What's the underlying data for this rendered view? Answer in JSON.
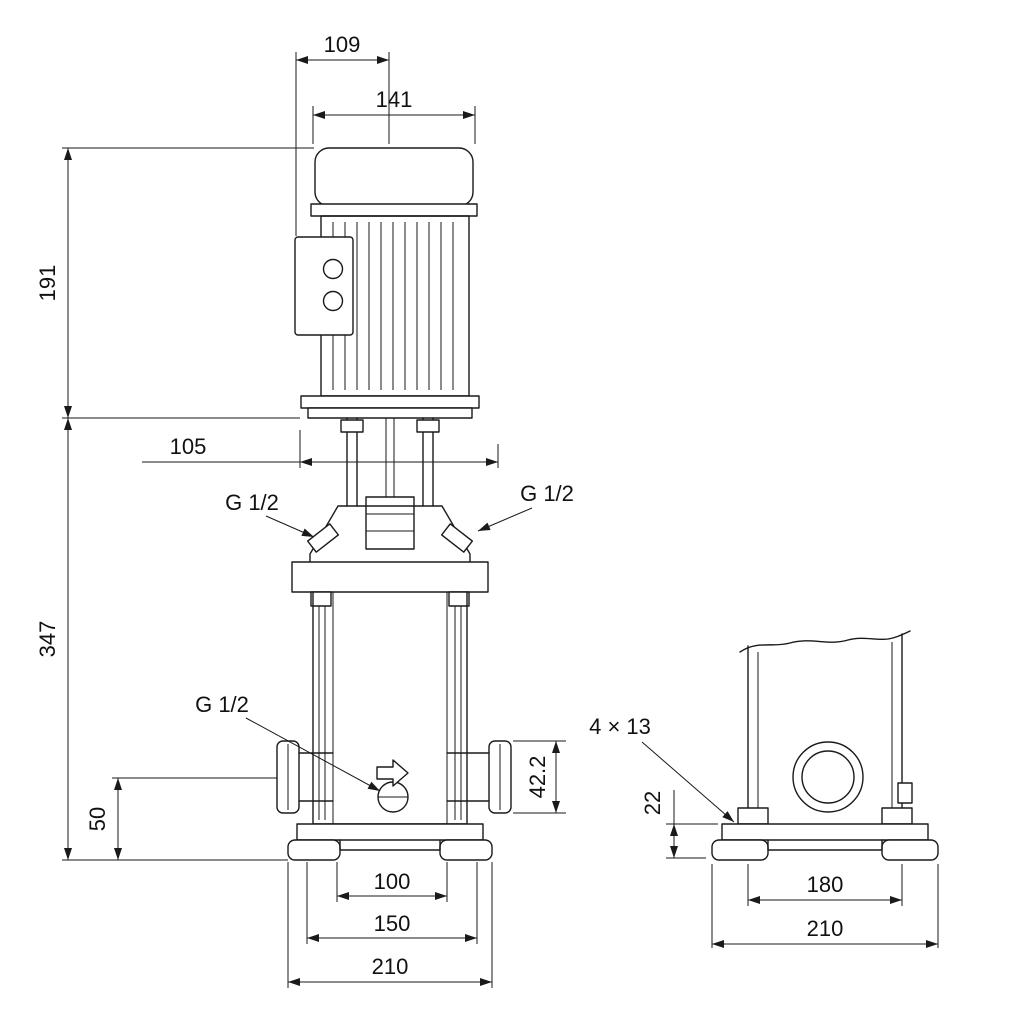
{
  "drawing": {
    "type": "pump-dimensional-drawing",
    "colors": {
      "line": "#1a1a1a",
      "background": "#ffffff"
    }
  },
  "labels": {
    "dim_109": "109",
    "dim_141": "141",
    "dim_191": "191",
    "dim_105": "105",
    "dim_347": "347",
    "dim_50": "50",
    "dim_42_2": "42.2",
    "dim_100": "100",
    "dim_150": "150",
    "dim_210_front": "210",
    "g_half_left": "G 1/2",
    "g_half_right": "G 1/2",
    "g_half_drain": "G 1/2",
    "holes": "4 × 13",
    "dim_22": "22",
    "dim_180": "180",
    "dim_210_side": "210"
  }
}
